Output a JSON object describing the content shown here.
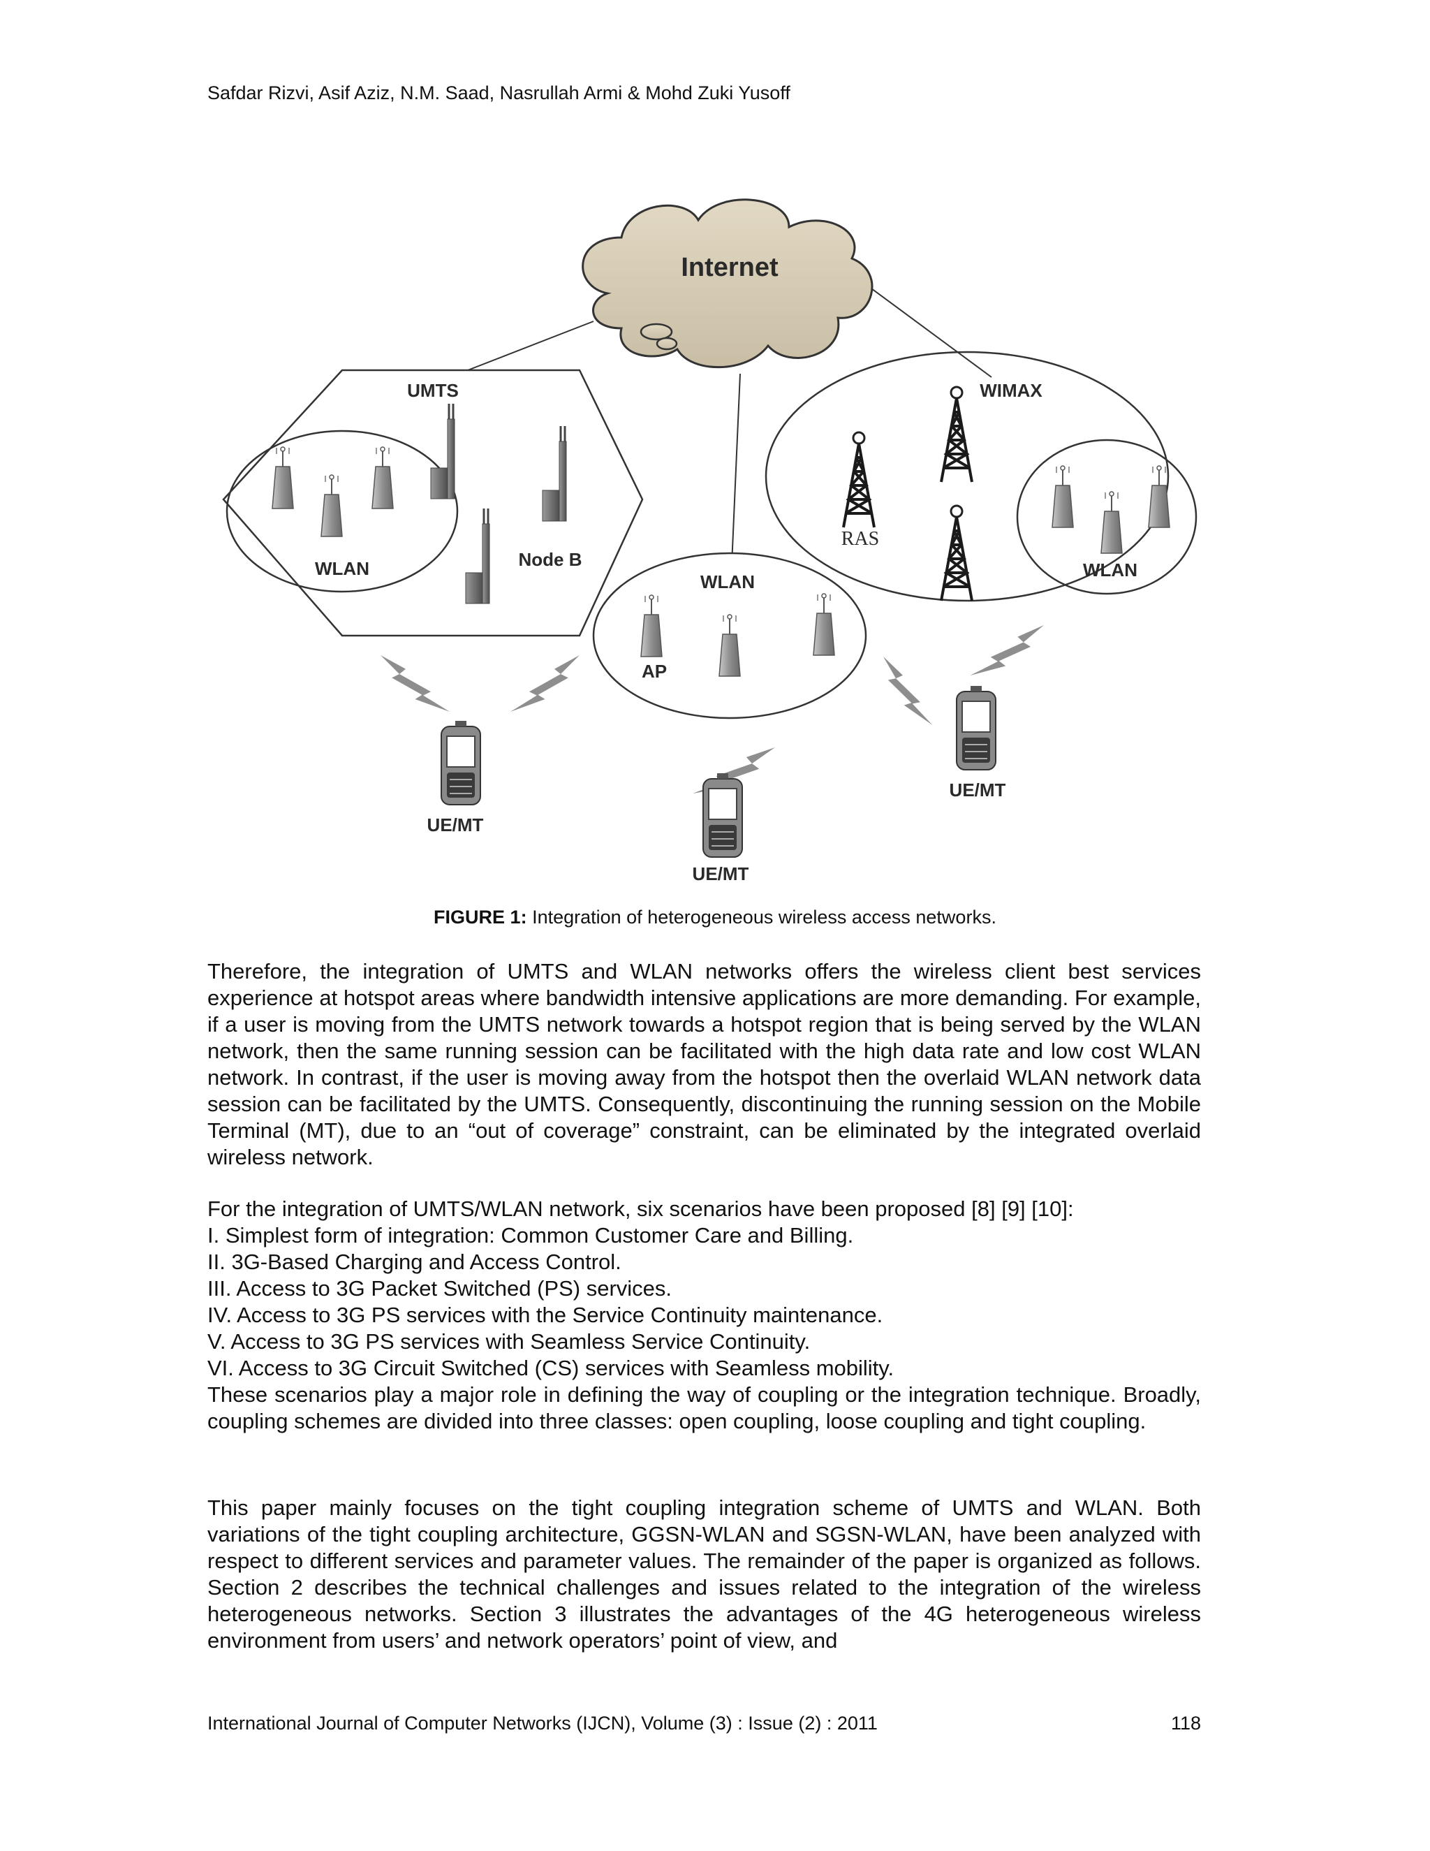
{
  "header": {
    "authors": "Safdar Rizvi, Asif Aziz, N.M. Saad, Nasrullah Armi & Mohd Zuki Yusoff"
  },
  "figure": {
    "labels": {
      "internet": "Internet",
      "umts": "UMTS",
      "wimax": "WIMAX",
      "wlan_left": "WLAN",
      "wlan_center": "WLAN",
      "wlan_right": "WLAN",
      "node_b": "Node B",
      "ras": "RAS",
      "ap": "AP",
      "ue_left": "UE/MT",
      "ue_center": "UE/MT",
      "ue_right": "UE/MT"
    },
    "caption_label": "FIGURE 1:",
    "caption_text": "Integration of heterogeneous wireless access networks."
  },
  "body": {
    "p1": "Therefore, the integration of UMTS and WLAN networks offers the wireless client best services experience at hotspot areas where bandwidth intensive applications are more demanding. For example, if a user is moving from the UMTS network towards a hotspot region that is being served by the WLAN network, then the same running session can be facilitated with the high data rate and low cost WLAN network. In contrast, if the user is moving away from the hotspot then the overlaid WLAN network data session can be facilitated by the UMTS. Consequently, discontinuing the running session on the Mobile Terminal (MT), due to an “out of coverage” constraint, can be eliminated by the integrated overlaid wireless network.",
    "p2_intro": "For the integration of UMTS/WLAN network, six scenarios have been proposed [8] [9] [10]:",
    "scenarios": [
      "I. Simplest form of integration: Common Customer Care and Billing.",
      "II. 3G-Based Charging and Access Control.",
      "III. Access to 3G Packet Switched (PS) services.",
      "IV. Access to 3G PS services with the Service Continuity maintenance.",
      "V. Access to 3G PS services with Seamless Service Continuity.",
      "VI. Access to 3G Circuit Switched (CS) services with Seamless mobility."
    ],
    "p2_tail": "These scenarios play a major role in defining the way of coupling or the integration technique. Broadly, coupling schemes are divided into three classes: open coupling, loose coupling and tight coupling.",
    "p3": "This paper mainly focuses on the tight coupling integration scheme of UMTS and WLAN. Both variations of the tight coupling architecture, GGSN-WLAN and SGSN-WLAN, have been analyzed with respect to different services and parameter values. The remainder of the paper is organized as follows. Section 2 describes the technical challenges and issues related to the integration of the wireless heterogeneous networks. Section 3 illustrates the advantages of the 4G heterogeneous wireless environment from users’ and network operators’ point of view, and"
  },
  "footer": {
    "journal": "International Journal of Computer Networks (IJCN), Volume (3) : Issue (2) : 2011",
    "page": "118"
  }
}
